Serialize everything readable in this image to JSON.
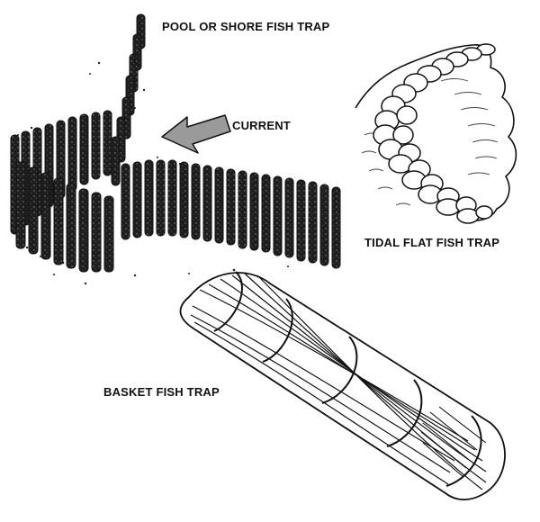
{
  "labels": {
    "pool_trap": "POOL OR SHORE FISH TRAP",
    "current": "CURRENT",
    "tidal_trap": "TIDAL FLAT FISH TRAP",
    "basket_trap": "BASKET FISH TRAP"
  },
  "colors": {
    "ink": "#111111",
    "stake_fill": "#2a2a2a",
    "arrow_fill": "#9a9a9a",
    "paper": "#ffffff"
  }
}
